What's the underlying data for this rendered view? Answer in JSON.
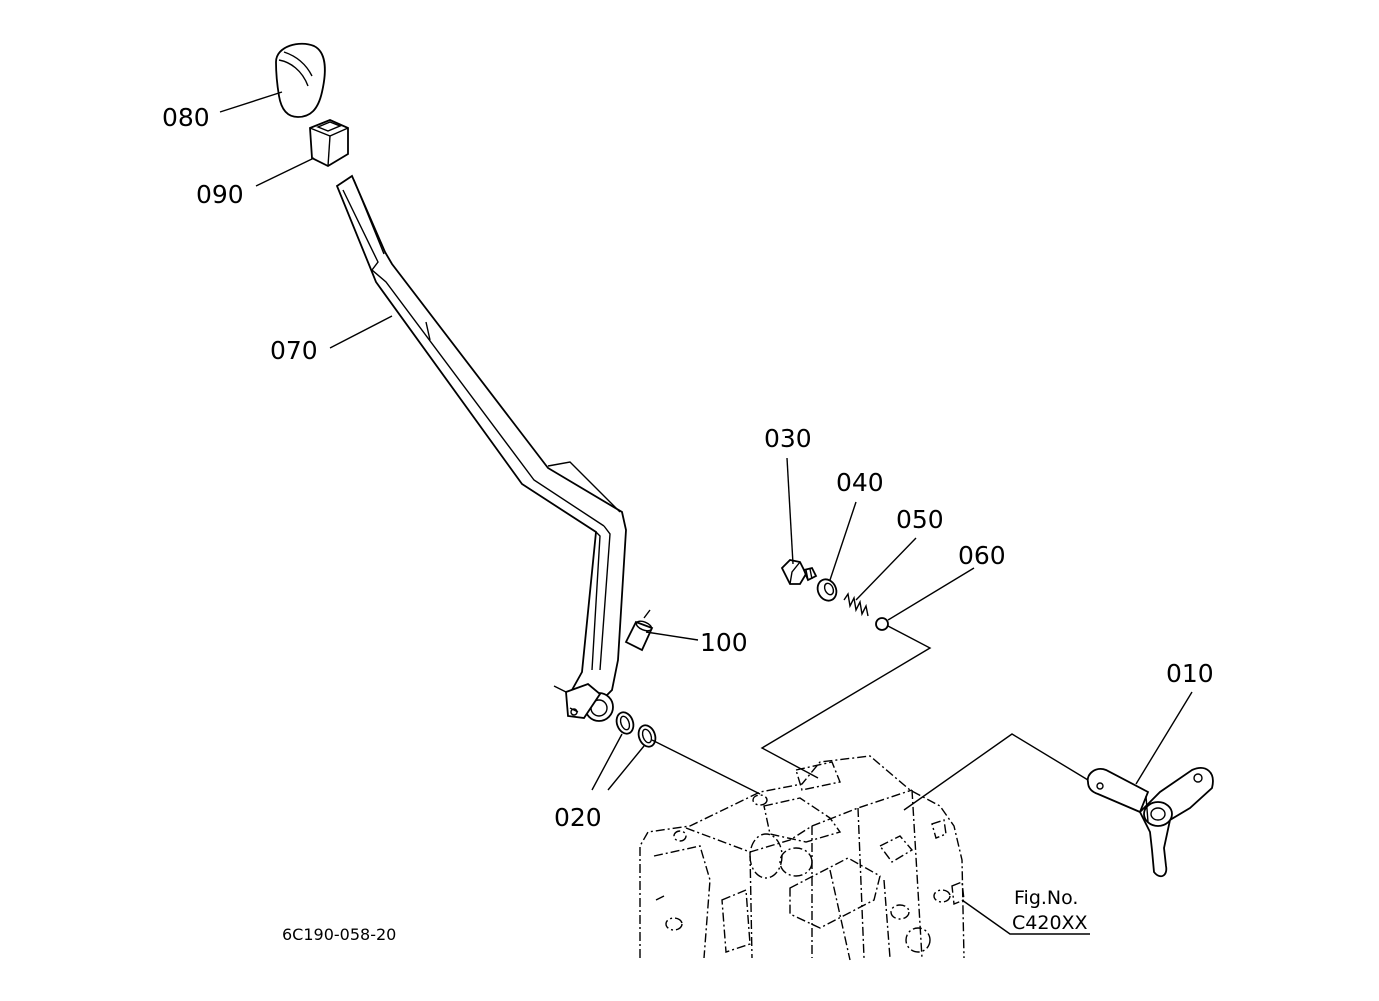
{
  "parts": [
    {
      "id": "p010",
      "label": "010"
    },
    {
      "id": "p020",
      "label": "020"
    },
    {
      "id": "p030",
      "label": "030"
    },
    {
      "id": "p040",
      "label": "040"
    },
    {
      "id": "p050",
      "label": "050"
    },
    {
      "id": "p060",
      "label": "060"
    },
    {
      "id": "p070",
      "label": "070"
    },
    {
      "id": "p080",
      "label": "080"
    },
    {
      "id": "p090",
      "label": "090"
    },
    {
      "id": "p100",
      "label": "100"
    }
  ],
  "figure": {
    "fig_label": "Fig.No.",
    "fig_number": "C420XX",
    "drawing_code": "6C190-058-20"
  }
}
